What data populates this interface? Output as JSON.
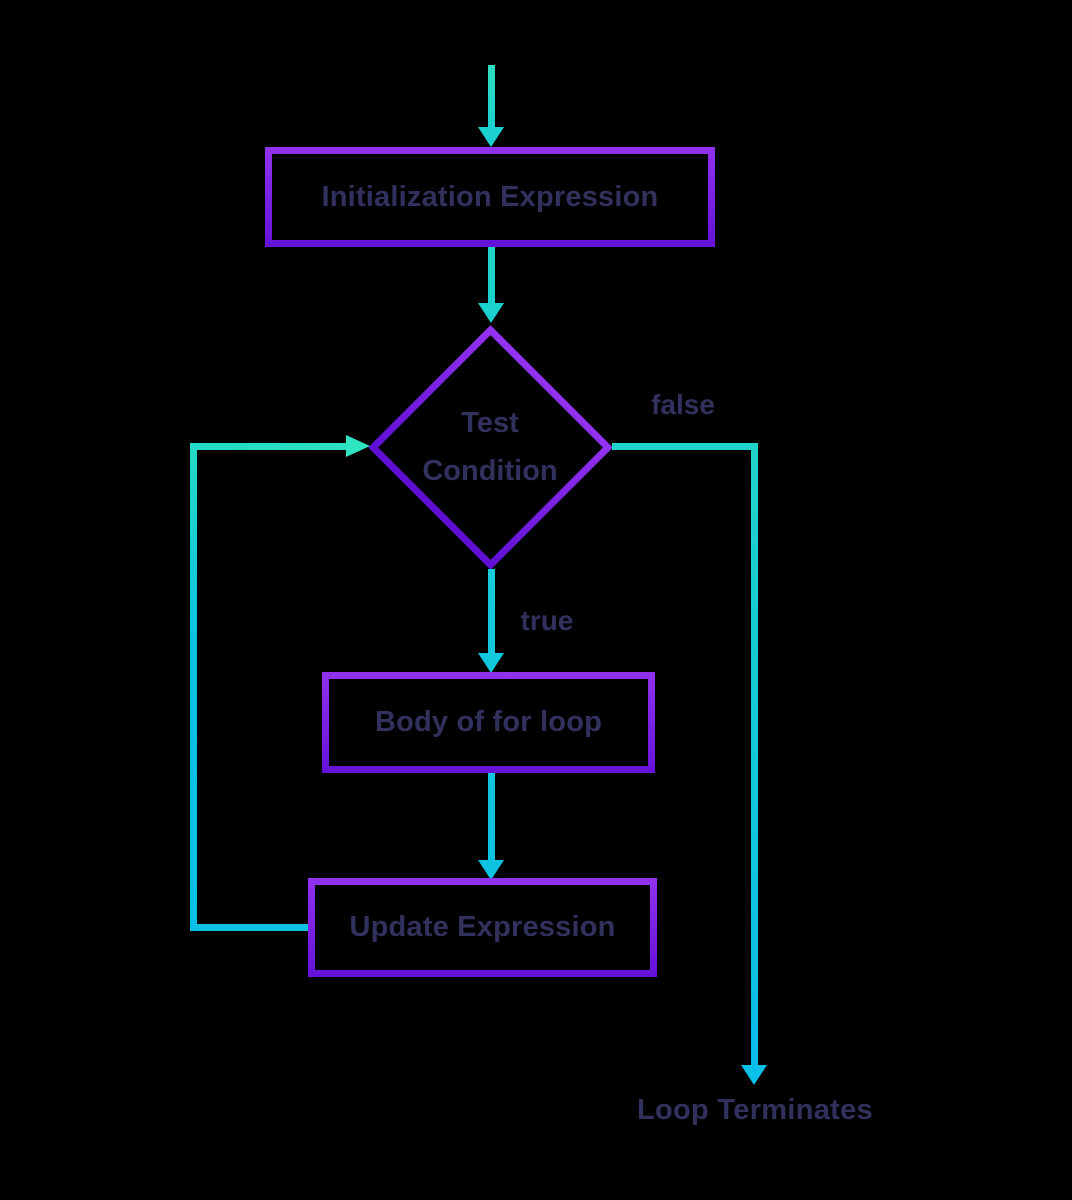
{
  "colors": {
    "bg": "#000000",
    "purple_light": "#9132EF",
    "purple_dark": "#6412D8",
    "text": "#32315E",
    "teal": "#26DFC1",
    "cyan": "#0ABFE8"
  },
  "nodes": {
    "init": {
      "label": "Initialization Expression"
    },
    "test": {
      "label": "Test Condition"
    },
    "body": {
      "label": "Body of for loop"
    },
    "update": {
      "label": "Update Expression"
    }
  },
  "edges": {
    "true_label": "true",
    "false_label": "false",
    "loop_terminates_label": "Loop Terminates"
  }
}
